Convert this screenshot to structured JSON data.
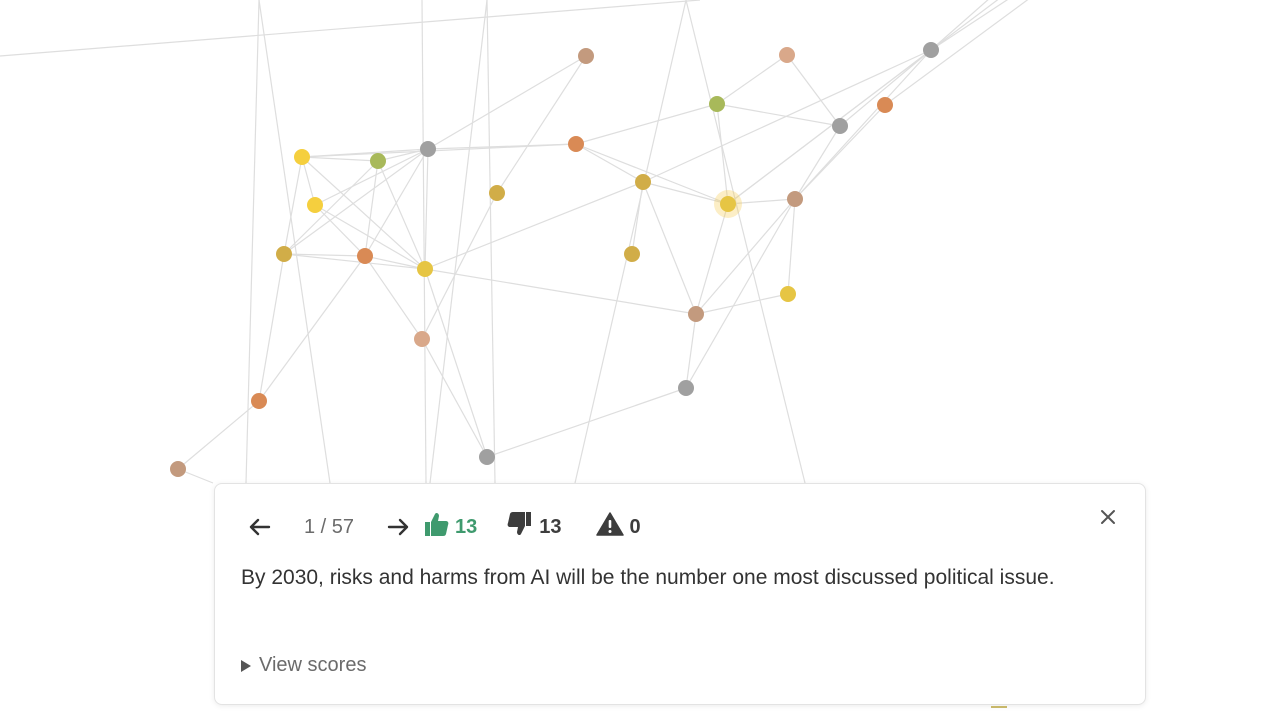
{
  "navigation": {
    "prev_icon": "arrow-left-icon",
    "next_icon": "arrow-right-icon",
    "current": 1,
    "total": 57,
    "counter_text": "1 / 57"
  },
  "votes": {
    "agree": {
      "icon": "thumbs-up-icon",
      "count": "13",
      "color": "#3f9a6e"
    },
    "disagree": {
      "icon": "thumbs-down-icon",
      "count": "13",
      "color": "#3d3d3d"
    },
    "pass": {
      "icon": "warning-icon",
      "count": "0",
      "color": "#3d3d3d"
    }
  },
  "close_icon": "close-icon",
  "statement": "By 2030, risks and harms from AI will be the number one most discussed political issue.",
  "view_scores_label": "View scores",
  "graph": {
    "edge_color": "#dedede",
    "highlight_color": "#f4c842",
    "palette": {
      "gray": "#a0a0a0",
      "yellow": "#f5cf3e",
      "gold": "#d1ad48",
      "olive": "#a8b95a",
      "orange": "#d98a55",
      "tan": "#c39a7e",
      "peach": "#d9a88a",
      "amber": "#e6c544"
    }
  }
}
